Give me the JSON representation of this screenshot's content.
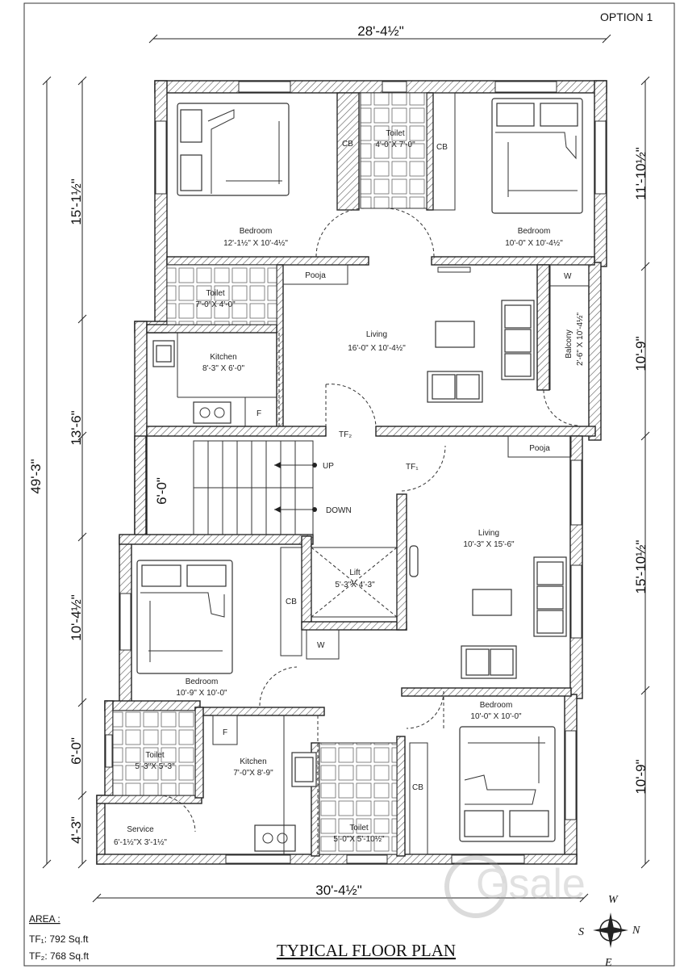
{
  "header": {
    "option": "OPTION 1"
  },
  "dimensions": {
    "top": "28'-4½\"",
    "bottom": "30'-4½\"",
    "left_total": "49'-3\"",
    "left_1": "15'-1½\"",
    "left_2": "13'-6\"",
    "left_3": "6'-0\"",
    "left_4": "10'-4½\"",
    "left_5": "6'-0\"",
    "left_6": "4'-3\"",
    "right_1": "11'-10½\"",
    "right_2": "10'-9\"",
    "right_3": "15'-10½\"",
    "right_4": "10'-9\""
  },
  "rooms": {
    "bed1": {
      "name": "Bedroom",
      "size": "12'-1½\" X 10'-4½\""
    },
    "toilet1": {
      "name": "Toilet",
      "size": "4'-0\"X 7'-0\""
    },
    "bed2": {
      "name": "Bedroom",
      "size": "10'-0\" X 10'-4½\""
    },
    "toilet2": {
      "name": "Toilet",
      "size": "7'-0\"X 4'-0\""
    },
    "kitchen1": {
      "name": "Kitchen",
      "size": "8'-3\" X 6'-0\""
    },
    "living1": {
      "name": "Living",
      "size": "16'-0\" X 10'-4½\""
    },
    "balcony": {
      "name": "Balcony",
      "size": "2'-6\" X 10'-4½\""
    },
    "pooja1": {
      "name": "Pooja"
    },
    "pooja2": {
      "name": "Pooja"
    },
    "lift": {
      "name": "Lift",
      "size": "5'-3\"X 4'-3\""
    },
    "living2": {
      "name": "Living",
      "size": "10'-3\" X 15'-6\""
    },
    "bed3": {
      "name": "Bedroom",
      "size": "10'-9\" X 10'-0\""
    },
    "bed4": {
      "name": "Bedroom",
      "size": "10'-0\" X 10'-0\""
    },
    "toilet3": {
      "name": "Toilet",
      "size": "5'-3\"X 5'-3\""
    },
    "kitchen2": {
      "name": "Kitchen",
      "size": "7'-0\"X 8'-9\""
    },
    "toilet4": {
      "name": "Toilet",
      "size": "5'-0\"X 5'-10½\""
    },
    "service": {
      "name": "Service",
      "size": "6'-1½\"X 3'-1½\""
    }
  },
  "markers": {
    "cb": "CB",
    "w": "W",
    "f": "F",
    "tf1": "TF₁",
    "tf2": "TF₂",
    "up": "UP",
    "down": "DOWN"
  },
  "area": {
    "heading": "AREA :",
    "tf1": "TF₁: 792 Sq.ft",
    "tf2": "TF₂: 768 Sq.ft"
  },
  "title": "TYPICAL FLOOR PLAN",
  "compass": {
    "n": "N",
    "s": "S",
    "e": "E",
    "w": "W"
  },
  "watermark": "Gsale"
}
